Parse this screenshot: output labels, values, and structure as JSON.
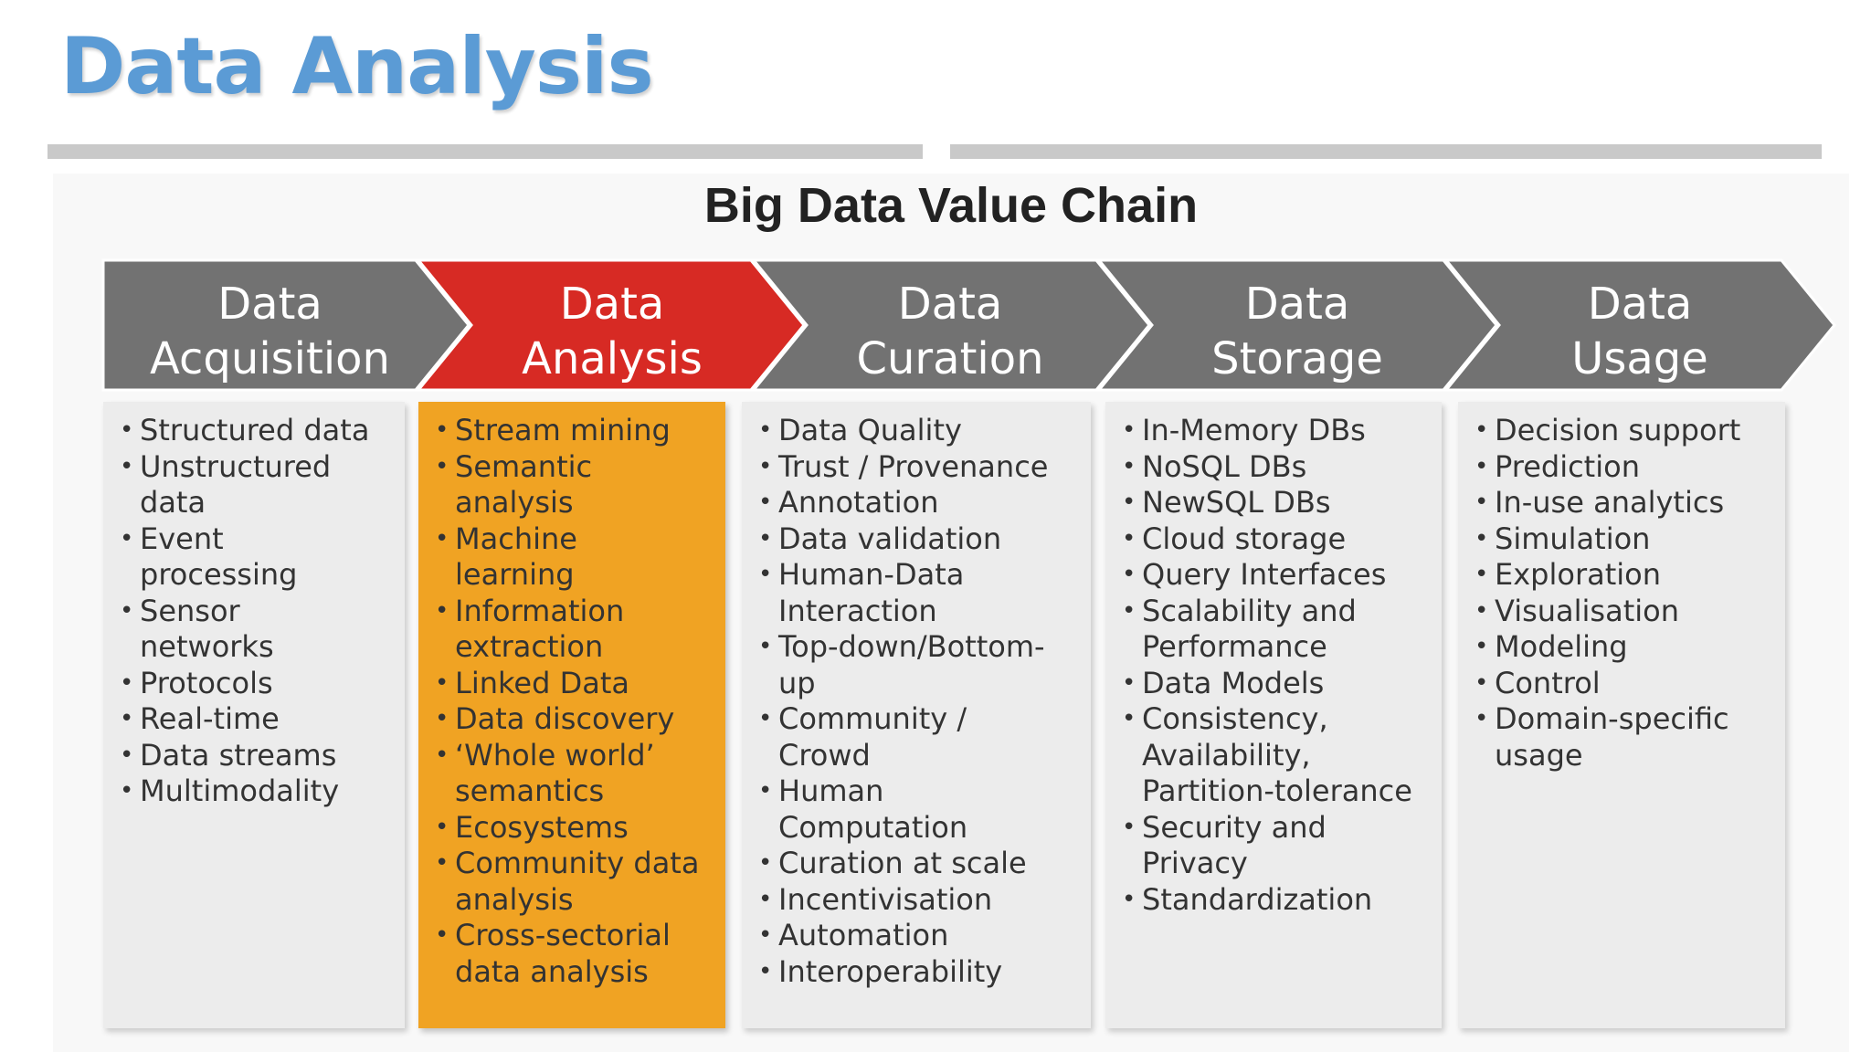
{
  "page_title": "Data Analysis",
  "chain_title": "Big Data Value Chain",
  "colors": {
    "title_blue": "#5b9bd5",
    "chevron_gray": "#727272",
    "chevron_red": "#d72a24",
    "column_gray": "#ececec",
    "column_orange": "#f0a323"
  },
  "stages": [
    {
      "line1": "Data",
      "line2": "Acquisition",
      "highlight": false,
      "items": [
        [
          "Structured data"
        ],
        [
          "Unstructured",
          "data"
        ],
        [
          "Event",
          "processing"
        ],
        [
          "Sensor",
          "networks"
        ],
        [
          "Protocols"
        ],
        [
          "Real-time"
        ],
        [
          "Data streams"
        ],
        [
          "Multimodality"
        ]
      ]
    },
    {
      "line1": "Data",
      "line2": "Analysis",
      "highlight": true,
      "items": [
        [
          "Stream mining"
        ],
        [
          "Semantic",
          "analysis"
        ],
        [
          "Machine",
          "learning"
        ],
        [
          "Information",
          "extraction"
        ],
        [
          "Linked Data"
        ],
        [
          "Data discovery"
        ],
        [
          "‘Whole world’",
          "semantics"
        ],
        [
          "Ecosystems"
        ],
        [
          "Community data",
          "analysis"
        ],
        [
          "Cross-sectorial",
          "data analysis"
        ]
      ]
    },
    {
      "line1": "Data",
      "line2": "Curation",
      "highlight": false,
      "items": [
        [
          "Data Quality"
        ],
        [
          "Trust / Provenance"
        ],
        [
          "Annotation"
        ],
        [
          "Data validation"
        ],
        [
          "Human-Data",
          "Interaction"
        ],
        [
          "Top-down/Bottom-",
          "up"
        ],
        [
          "Community /",
          "Crowd"
        ],
        [
          "Human",
          "Computation"
        ],
        [
          "Curation at scale"
        ],
        [
          "Incentivisation"
        ],
        [
          "Automation"
        ],
        [
          "Interoperability"
        ]
      ]
    },
    {
      "line1": "Data",
      "line2": "Storage",
      "highlight": false,
      "items": [
        [
          "In-Memory DBs"
        ],
        [
          "NoSQL DBs"
        ],
        [
          "NewSQL DBs"
        ],
        [
          "Cloud storage"
        ],
        [
          "Query Interfaces"
        ],
        [
          "Scalability and",
          "Performance"
        ],
        [
          "Data Models"
        ],
        [
          "Consistency,",
          "Availability,",
          "Partition-tolerance"
        ],
        [
          "Security and",
          "Privacy"
        ],
        [
          "Standardization"
        ]
      ]
    },
    {
      "line1": "Data",
      "line2": "Usage",
      "highlight": false,
      "items": [
        [
          "Decision support"
        ],
        [
          "Prediction"
        ],
        [
          "In-use analytics"
        ],
        [
          "Simulation"
        ],
        [
          "Exploration"
        ],
        [
          "Visualisation"
        ],
        [
          "Modeling"
        ],
        [
          "Control"
        ],
        [
          "Domain-specific",
          "usage"
        ]
      ]
    }
  ]
}
